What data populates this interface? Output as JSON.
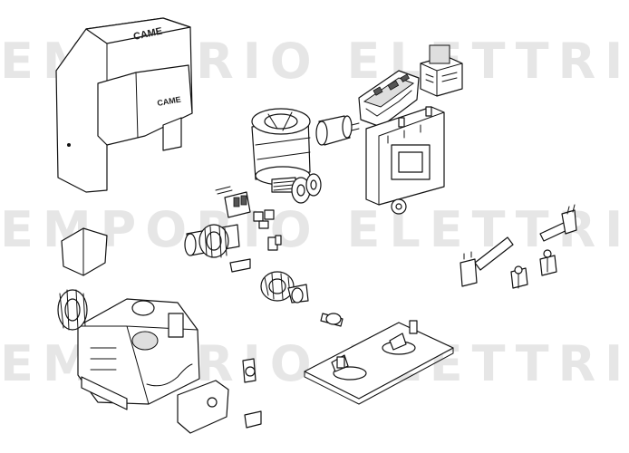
{
  "watermark": {
    "row1": "EMPORIO ELETTRICO",
    "row2": "EMPORIO ELETTRICO",
    "row3": "EMPORIO ELETTRICO"
  },
  "brand": {
    "cover_logo": "CAME",
    "front_logo": "CAME"
  },
  "colors": {
    "line": "#111111",
    "watermark": "#c9c9c9",
    "background": "#ffffff"
  }
}
